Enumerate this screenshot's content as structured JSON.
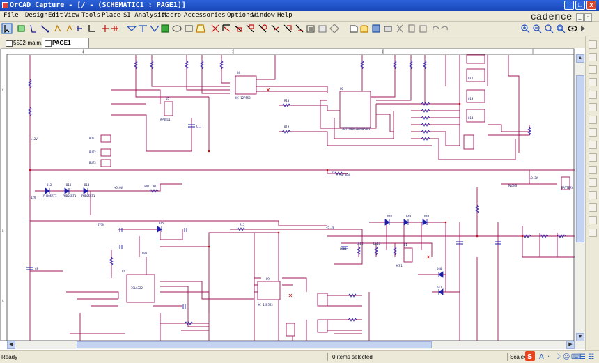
{
  "window": {
    "title": "OrCAD Capture - [/ - (SCHEMATIC1 : PAGE1)]",
    "minimize_glyph": "_",
    "maximize_glyph": "□",
    "close_glyph": "x"
  },
  "menu": {
    "items": [
      "File",
      "Design",
      "Edit",
      "View",
      "Tools",
      "Place",
      "SI Analysis",
      "Macro",
      "Accessories",
      "Options",
      "Window",
      "Help"
    ]
  },
  "brand": "cadence",
  "toolbar": {
    "part_search_value": "",
    "colors": {
      "bar": "#ece9d8",
      "active": "#c1d2ee"
    }
  },
  "tabs": [
    {
      "label": "5592-maim...",
      "active": false
    },
    {
      "label": "PAGE1",
      "active": true
    }
  ],
  "status": {
    "ready": "Ready",
    "items_selected": "0 items selected",
    "scale_label": "Scale="
  },
  "ime": {
    "logo": "S",
    "glyphs": [
      "A",
      "·",
      "☽",
      "☺",
      "⌨",
      "☰",
      "👤",
      "☷"
    ]
  },
  "schematic": {
    "colors": {
      "wire": "#a0145a",
      "part": "#1f1fa8",
      "net": "#a0145a",
      "text": "#101060"
    },
    "border_zones": [
      "4",
      "3",
      "2"
    ],
    "left_zones": [
      "C",
      "B",
      "A"
    ],
    "parts": [
      {
        "ref": "U4",
        "value": "HC 12P553"
      },
      {
        "ref": "U5",
        "value": "AP8811"
      },
      {
        "ref": "U6",
        "value": "SDTVR08436800A007"
      },
      {
        "ref": "U9",
        "value": "HC 12P553"
      },
      {
        "ref": "U1",
        "value": "ISL6322"
      },
      {
        "ref": "J1",
        "value": "BUT1"
      },
      {
        "ref": "J2",
        "value": "BUT2"
      },
      {
        "ref": "J3",
        "value": "BUT3"
      },
      {
        "ref": "Q1",
        "value": "HCP1"
      },
      {
        "ref": "P1",
        "value": "ACRP4"
      },
      {
        "ref": "C11",
        "value": "0.1uF"
      },
      {
        "ref": "C8",
        "value": "C"
      },
      {
        "ref": "R1",
        "value": "LED1"
      }
    ],
    "labels": [
      "+12V",
      "+5.0V",
      "+3.3V",
      "12V",
      "5VIN",
      "+5.3V",
      "BATTERY",
      "MAINS",
      "D12",
      "D13",
      "D14",
      "D15",
      "D42",
      "D43",
      "D44",
      "D46",
      "D47",
      "Q12",
      "Q13",
      "Q14",
      "LED1",
      "LED2",
      "LED3",
      "PHD05RT1",
      "R13",
      "R14",
      "R15",
      "VBAT"
    ]
  }
}
